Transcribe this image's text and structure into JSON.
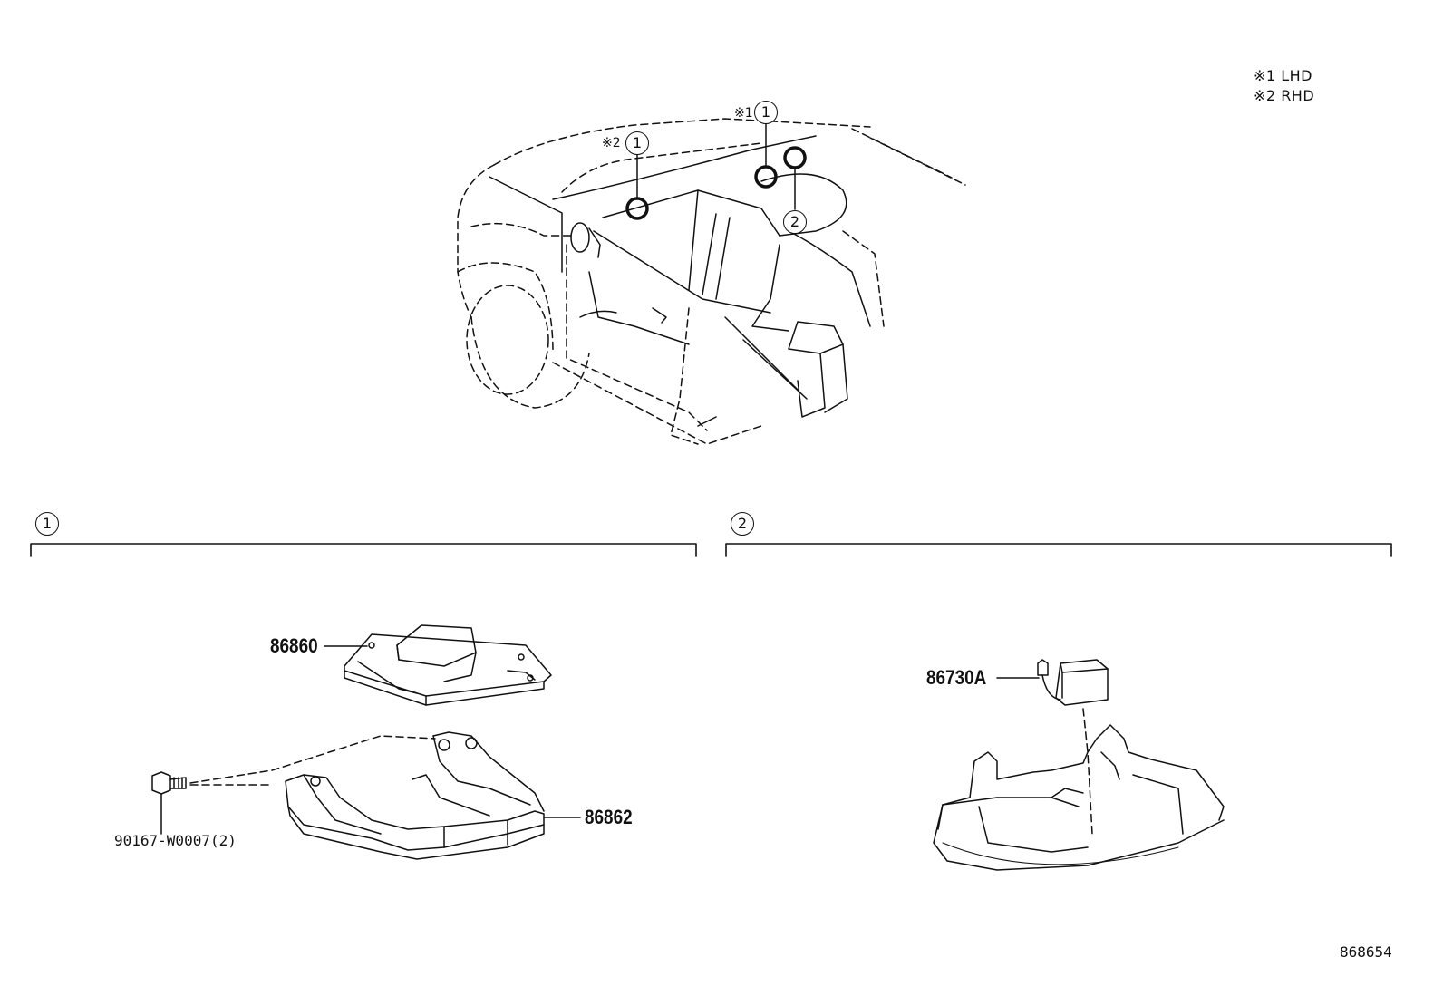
{
  "legend": [
    {
      "mark": "※1",
      "text": "LHD"
    },
    {
      "mark": "※2",
      "text": "RHD"
    }
  ],
  "callouts": {
    "lhd_ref": "※1",
    "rhd_ref": "※2",
    "one": "1",
    "two": "2"
  },
  "sections": [
    {
      "number": "1"
    },
    {
      "number": "2"
    }
  ],
  "parts": {
    "computer": "86860",
    "bracket": "86862",
    "screw": "90167-W0007(2)",
    "sensor": "86730A"
  },
  "diagram_code": "868654"
}
